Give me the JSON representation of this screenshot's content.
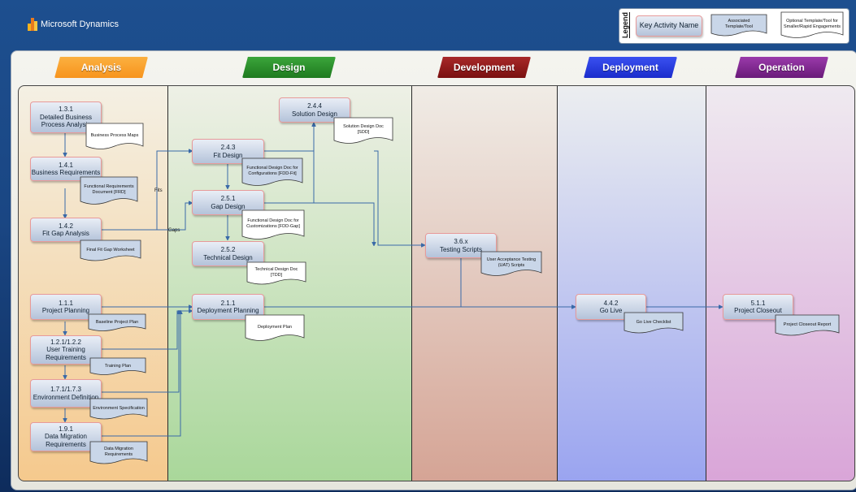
{
  "header": {
    "brand": "Microsoft Dynamics"
  },
  "legend": {
    "title": "Legend",
    "key_activity": "Key Activity Name",
    "associated": "Associated Template/Tool",
    "optional": "Optional Template/Tool for Smaller/Rapid Engagements"
  },
  "phases": [
    "Analysis",
    "Design",
    "Development",
    "Deployment",
    "Operation"
  ],
  "colors": {
    "analysis": "#f7941d",
    "design": "#2a8a2a",
    "development": "#8b1a1a",
    "deployment": "#2438e0",
    "operation": "#7b2a8a",
    "connector": "#3a6aa8"
  },
  "activities": {
    "a131": {
      "id": "1.3.1",
      "name": "Detailed Business Process Analysis"
    },
    "a141": {
      "id": "1.4.1",
      "name": "Business Requirements"
    },
    "a142": {
      "id": "1.4.2",
      "name": "Fit Gap Analysis"
    },
    "a111": {
      "id": "1.1.1",
      "name": "Project Planning"
    },
    "a121": {
      "id": "1.2.1/1.2.2",
      "name": "User Training Requirements"
    },
    "a171": {
      "id": "1.7.1/1.7.3",
      "name": "Environment Definition"
    },
    "a191": {
      "id": "1.9.1",
      "name": "Data Migration Requirements"
    },
    "a244": {
      "id": "2.4.4",
      "name": "Solution Design"
    },
    "a243": {
      "id": "2.4.3",
      "name": "Fit Design"
    },
    "a251": {
      "id": "2.5.1",
      "name": "Gap Design"
    },
    "a252": {
      "id": "2.5.2",
      "name": "Technical Design"
    },
    "a211": {
      "id": "2.1.1",
      "name": "Deployment Planning"
    },
    "a36x": {
      "id": "3.6.x",
      "name": "Testing Scripts"
    },
    "a442": {
      "id": "4.4.2",
      "name": "Go Live"
    },
    "a511": {
      "id": "5.1.1",
      "name": "Project Closeout"
    }
  },
  "documents": {
    "d_bpm": "Business Process Maps",
    "d_frd": "Functional Requirements Document [FRD]",
    "d_fgw": "Final Fit Gap Worksheet",
    "d_bpp": "Baseline Project Plan",
    "d_tp": "Training Plan",
    "d_es": "Environment Specification",
    "d_dmr": "Data Migration Requirements",
    "d_sdd": "Solution Design Doc [SDD]",
    "d_fddfit": "Functional Design Doc for Configurations [FDD-Fit]",
    "d_fddgap": "Functional Design Doc for Customizations [FDD-Gap]",
    "d_tdd": "Technical Design Doc [TDD]",
    "d_dp": "Deployment Plan",
    "d_uat": "User Acceptance Testing (UAT) Scripts",
    "d_glc": "Go Live Checklist",
    "d_pcr": "Project Closeout Report"
  },
  "labels": {
    "fits": "Fits",
    "gaps": "Gaps"
  }
}
